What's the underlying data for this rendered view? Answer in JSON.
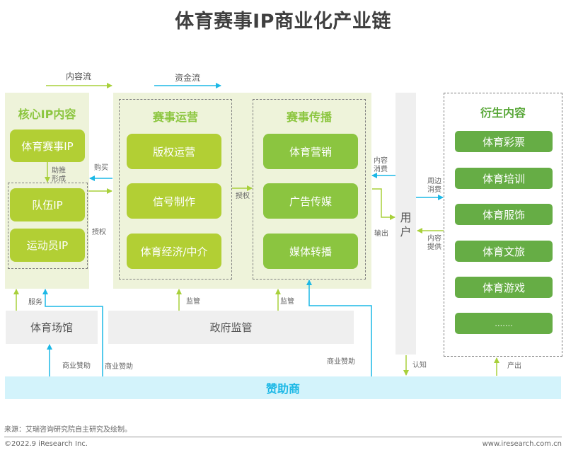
{
  "title": "体育赛事IP商业化产业链",
  "legend": {
    "content_flow": "内容流",
    "money_flow": "资金流",
    "content_color": "#a8d03a",
    "money_color": "#1cb8e6"
  },
  "core_ip": {
    "title": "核心IP内容",
    "event_ip": "体育赛事IP",
    "push_label": "助推\n形成",
    "team_ip": "队伍IP",
    "athlete_ip": "运动员IP"
  },
  "event_ops": {
    "title": "赛事运营",
    "items": [
      "版权运营",
      "信号制作",
      "体育经济/中介"
    ]
  },
  "event_broadcast": {
    "title": "赛事传播",
    "items": [
      "体育营销",
      "广告传媒",
      "媒体转播"
    ]
  },
  "user": {
    "label": "用\n户"
  },
  "derivative": {
    "title": "衍生内容",
    "items": [
      "体育彩票",
      "体育培训",
      "体育服饰",
      "体育文旅",
      "体育游戏",
      "……."
    ]
  },
  "venue": "体育场馆",
  "government": "政府监管",
  "sponsor": "赞助商",
  "flow_labels": {
    "purchase": "购买",
    "authorize_left": "授权",
    "authorize_mid": "授权",
    "content_consume": "内容\n消费",
    "output": "输出",
    "peripheral_consume": "周边\n消费",
    "content_provide": "内容\n提供",
    "service": "服务",
    "supervise_1": "监管",
    "supervise_2": "监管",
    "sponsor_1": "商业赞助",
    "sponsor_2": "商业赞助",
    "sponsor_3": "商业赞助",
    "cognition": "认知",
    "produce": "产出"
  },
  "footer": {
    "source": "来源：艾瑞咨询研究院自主研究及绘制。",
    "copyright": "©2022.9 iResearch Inc.",
    "website": "www.iresearch.com.cn"
  }
}
